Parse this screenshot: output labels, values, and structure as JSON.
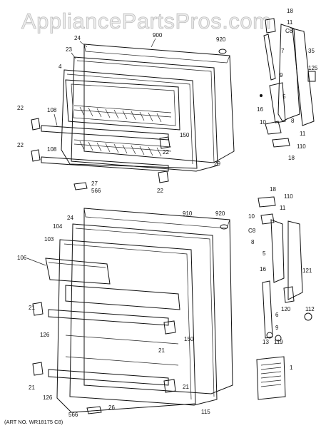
{
  "watermark": "AppliancePartsPros.com",
  "art_number": "(ART NO. WR18175 C8)",
  "top_door": {
    "callouts": [
      "900",
      "920",
      "24",
      "23",
      "4",
      "22",
      "108",
      "22",
      "108",
      "150",
      "22",
      "29",
      "27",
      "566",
      "22"
    ]
  },
  "bottom_door": {
    "callouts": [
      "910",
      "920",
      "24",
      "104",
      "103",
      "106",
      "21",
      "126",
      "21",
      "126",
      "150",
      "21",
      "21",
      "26",
      "566",
      "115"
    ]
  },
  "hinges_top": {
    "callouts": [
      "18",
      "11",
      "C8",
      "7",
      "35",
      "125",
      "9",
      "5",
      "16",
      "8",
      "10",
      "11",
      "110",
      "18"
    ]
  },
  "hinges_bottom": {
    "callouts": [
      "18",
      "110",
      "11",
      "10",
      "C8",
      "8",
      "5",
      "121",
      "16",
      "112",
      "120",
      "6",
      "9",
      "13",
      "119",
      "1"
    ]
  }
}
